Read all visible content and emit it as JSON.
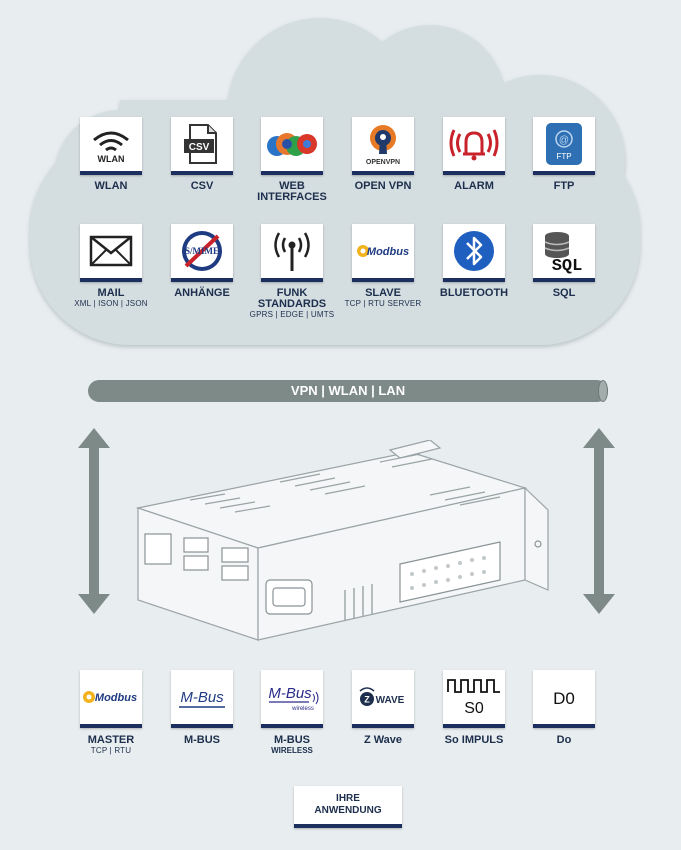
{
  "cloud_row1": [
    {
      "label": "WLAN",
      "icon": "wlan-icon",
      "icon_text": "WLAN"
    },
    {
      "label": "CSV",
      "icon": "csv-file-icon",
      "icon_text": "CSV"
    },
    {
      "label": "WEB",
      "label2": "INTERFACES",
      "icon": "web-browsers-icon"
    },
    {
      "label": "OPEN VPN",
      "icon": "openvpn-icon",
      "icon_text": "OPENVPN"
    },
    {
      "label": "ALARM",
      "icon": "alarm-bell-icon"
    },
    {
      "label": "FTP",
      "icon": "ftp-icon",
      "icon_text": "FTP"
    }
  ],
  "cloud_row2": [
    {
      "label": "MAIL",
      "sub": "XML | ISON | JSON",
      "icon": "mail-envelope-icon"
    },
    {
      "label": "ANHÄNGE",
      "icon": "smime-icon",
      "icon_text": "S/MIME"
    },
    {
      "label": "FUNK",
      "label2": "STANDARDS",
      "sub": "GPRS | EDGE | UMTS",
      "icon": "radio-antenna-icon"
    },
    {
      "label": "SLAVE",
      "sub": "TCP | RTU SERVER",
      "icon": "modbus-icon",
      "icon_text": "Modbus"
    },
    {
      "label": "BLUETOOTH",
      "icon": "bluetooth-icon"
    },
    {
      "label": "SQL",
      "icon": "sql-database-icon",
      "icon_text": "SQL"
    }
  ],
  "network_bar": "VPN | WLAN | LAN",
  "device": {
    "icon": "gateway-device-icon"
  },
  "bottom_row": [
    {
      "label": "MASTER",
      "sub": "TCP | RTU",
      "icon": "modbus-icon",
      "icon_text": "Modbus"
    },
    {
      "label": "M-BUS",
      "icon": "mbus-icon",
      "icon_text": "M-Bus"
    },
    {
      "label": "M-BUS",
      "sub_bold": "WIRELESS",
      "icon": "mbus-wireless-icon",
      "icon_text": "M-Bus",
      "icon_sub": "wireless"
    },
    {
      "label": "Z Wave",
      "icon": "zwave-icon",
      "icon_text": "WAVE"
    },
    {
      "label": "So IMPULS",
      "icon": "s0-impulse-icon",
      "icon_text": "S0"
    },
    {
      "label": "Do",
      "icon": "d0-icon",
      "icon_text": "D0"
    }
  ],
  "application_box": {
    "line1": "IHRE",
    "line2": "ANWENDUNG"
  },
  "colors": {
    "navy": "#1d2f5e",
    "cloud": "#d4dde0",
    "background": "#e8edef",
    "bar": "#7e8a88",
    "arrow": "#7e8a88"
  }
}
